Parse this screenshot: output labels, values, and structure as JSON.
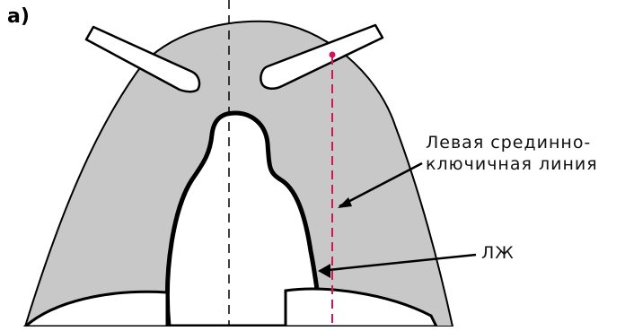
{
  "figure": {
    "panel_letter": "а)",
    "labels": {
      "left_midclavicular_line_1": "Левая срединно-",
      "left_midclavicular_line_2": "ключичная линия",
      "left_ventricle": "ЛЖ"
    },
    "colors": {
      "lung_fill": "#c8c8c8",
      "outline": "#000000",
      "midclavicular_line": "#d4145a"
    }
  }
}
